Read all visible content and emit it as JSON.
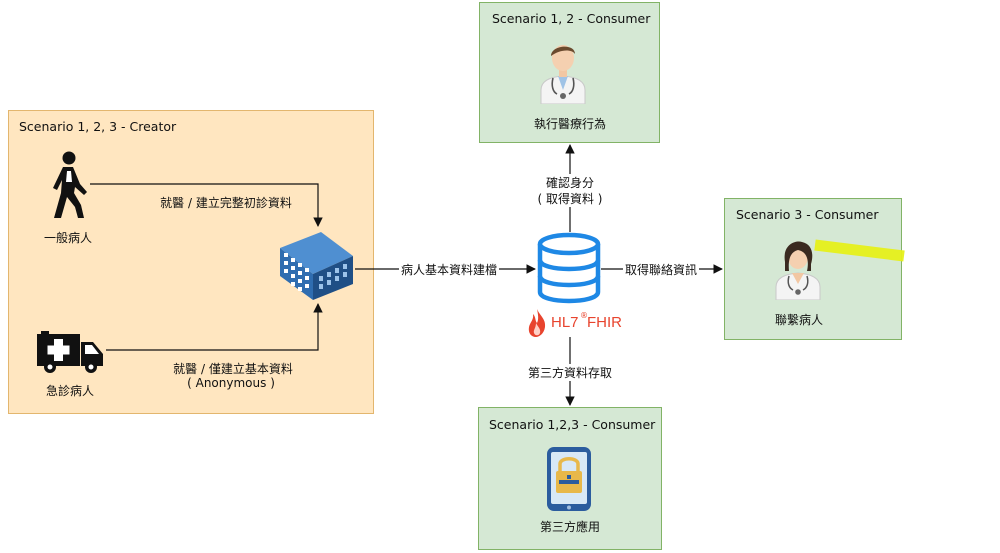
{
  "creator": {
    "title": "Scenario 1, 2, 3 - Creator",
    "patient_general": "一般病人",
    "patient_emergency": "急診病人",
    "edge_general": "就醫 / 建立完整初診資料",
    "edge_emergency_1": "就醫 / 僅建立基本資料",
    "edge_emergency_2": "( Anonymous )"
  },
  "consumer_top": {
    "title": "Scenario 1, 2 - Consumer",
    "label": "執行醫療行為"
  },
  "consumer_right": {
    "title": "Scenario 3 - Consumer",
    "label": "聯繫病人"
  },
  "consumer_bottom": {
    "title": "Scenario 1,2,3 - Consumer",
    "label": "第三方應用"
  },
  "edges": {
    "hospital_to_db": "病人基本資料建檔",
    "db_to_top_1": "確認身分",
    "db_to_top_2": "( 取得資料 )",
    "db_to_right": "取得聯絡資訊",
    "db_to_bottom": "第三方資料存取"
  },
  "fhir": {
    "brand": "HL7",
    "product": "FHIR",
    "sup": "®"
  },
  "colors": {
    "creator_fill": "#ffe6c0",
    "creator_stroke": "#e3b66e",
    "consumer_fill": "#d5e8d4",
    "consumer_stroke": "#82b366",
    "database": "#1e88e5",
    "building": "#2f6db0",
    "fhir_flame": "#e8442e",
    "highlight": "#e6f01a"
  },
  "icons": [
    "walking-person-icon",
    "ambulance-icon",
    "hospital-building-icon",
    "database-icon",
    "fhir-flame-icon",
    "doctor-icon",
    "nurse-icon",
    "mobile-lock-icon"
  ]
}
